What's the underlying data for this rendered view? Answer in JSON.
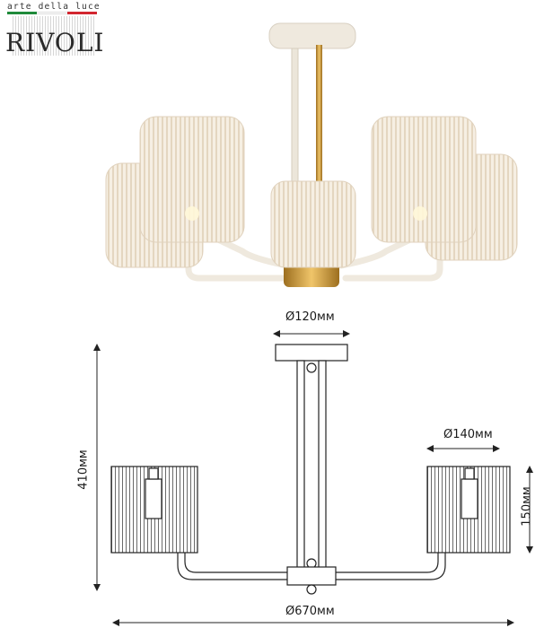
{
  "brand": {
    "tagline": "arte della luce",
    "name": "RIVOLI",
    "flag_colors": [
      "#1f8a3a",
      "#ffffff",
      "#d22630"
    ]
  },
  "dimensions": {
    "canopy_diameter": "Ø120мм",
    "shade_diameter": "Ø140мм",
    "total_height": "410мм",
    "shade_height": "150мм",
    "total_diameter": "Ø670мм"
  },
  "colors": {
    "lamp_body": "#f2ede3",
    "shade": "#f5ede0",
    "gold": "#c99a3a"
  }
}
